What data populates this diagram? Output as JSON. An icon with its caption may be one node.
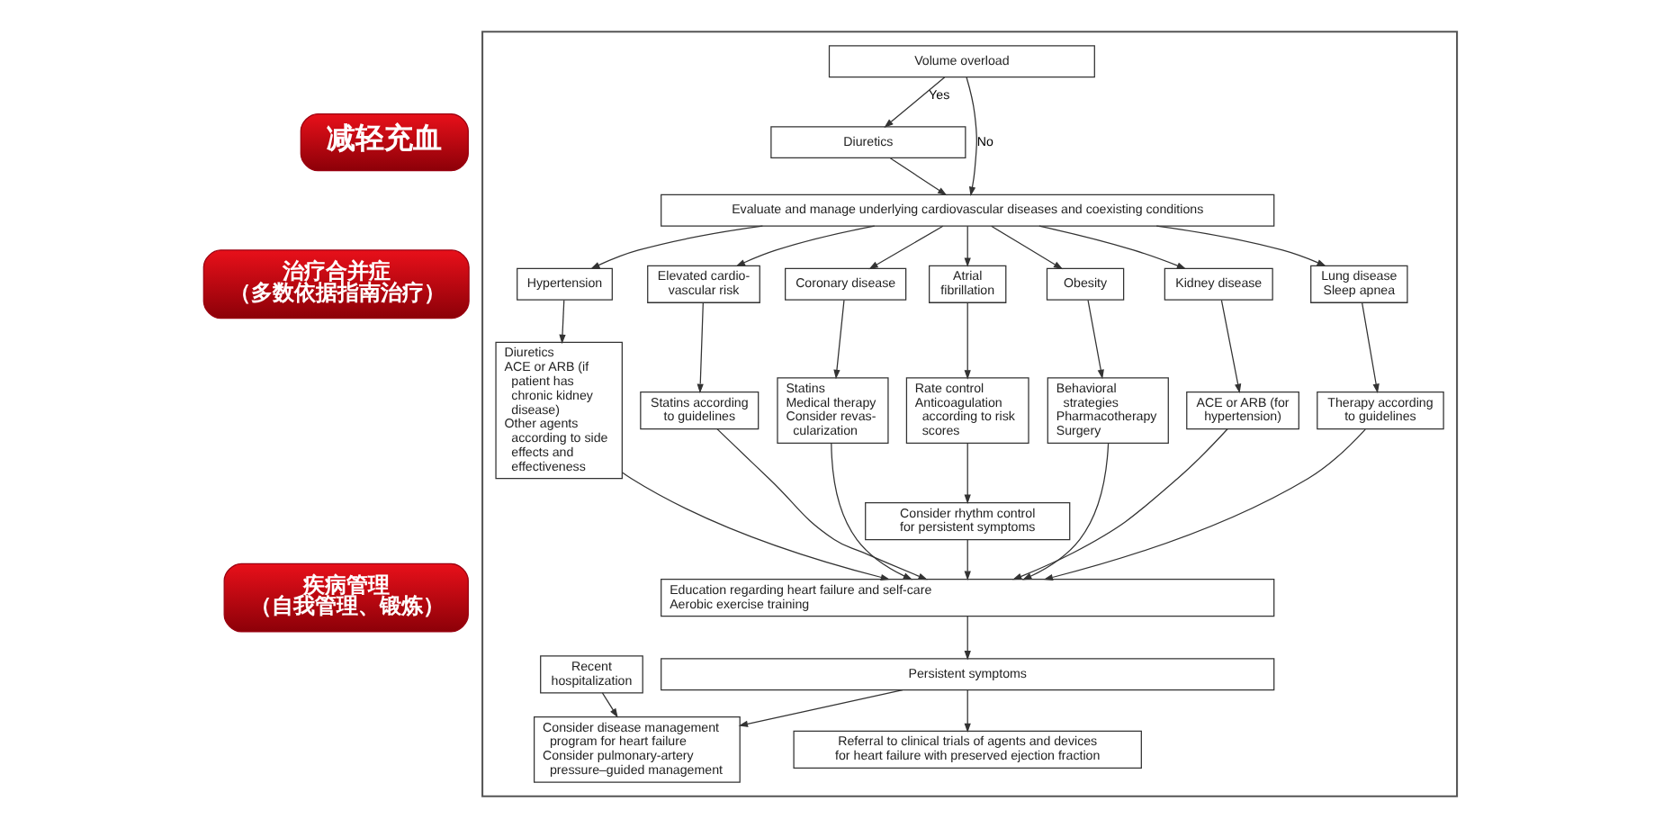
{
  "diagram": {
    "nodes": [
      {
        "text": [
          "减轻充血"
        ]
      },
      {
        "text": [
          "治疗合并症",
          "（多数依据指南治疗）"
        ]
      },
      {
        "text": [
          "疾病管理",
          "（自我管理、锻炼）"
        ]
      },
      {
        "text": [],
        "shape": "box"
      },
      {
        "text": [
          "Volume overload"
        ],
        "in": 3
      },
      {
        "text": [
          "Diuretics"
        ],
        "in": 3
      },
      {
        "text": [
          "Evaluate and manage underlying cardiovascular diseases and coexisting conditions"
        ],
        "in": 3
      },
      {
        "text": [
          "Hypertension"
        ],
        "in": 3
      },
      {
        "text": [
          "Elevated cardio- vascular risk"
        ],
        "in": 3
      },
      {
        "text": [
          "Coronary disease"
        ],
        "in": 3
      },
      {
        "text": [
          "Atrial fibrillation"
        ],
        "in": 3
      },
      {
        "text": [
          "Obesity"
        ],
        "in": 3
      },
      {
        "text": [
          "Kidney disease"
        ],
        "in": 3
      },
      {
        "text": [
          "Lung disease",
          "Sleep apnea"
        ],
        "in": 3
      },
      {
        "text": [
          "Diuretics",
          "ACE or ARB (if patient has chronic kidney disease)",
          "Other agents according to side effects and effectiveness"
        ],
        "in": 3
      },
      {
        "text": [
          "Statins according to guidelines"
        ],
        "in": 3
      },
      {
        "text": [
          "Statins",
          "Medical therapy",
          "Consider revas- cularization"
        ],
        "in": 3
      },
      {
        "text": [
          "Rate control",
          "Anticoagulation according to risk scores"
        ],
        "in": 3
      },
      {
        "text": [
          "Behavioral strategies",
          "Pharmacotherapy",
          "Surgery"
        ],
        "in": 3
      },
      {
        "text": [
          "ACE or ARB (for hypertension)"
        ],
        "in": 3
      },
      {
        "text": [
          "Therapy according to guidelines"
        ],
        "in": 3
      },
      {
        "text": [
          "Consider rhythm control for persistent symptoms"
        ],
        "in": 3
      },
      {
        "text": [
          "Education regarding heart failure and self-care",
          "Aerobic exercise training"
        ],
        "in": 3
      },
      {
        "text": [
          "Recent hospitalization"
        ],
        "in": 3
      },
      {
        "text": [
          "Persistent symptoms"
        ],
        "in": 3
      },
      {
        "text": [
          "Consider disease management program for heart failure",
          "Consider pulmonary-artery pressure–guided management"
        ],
        "in": 3
      },
      {
        "text": [
          "Referral to clinical trials of agents and devices for heart failure with preserved ejection fraction"
        ],
        "in": 3
      }
    ],
    "edges": [
      {
        "from": 4,
        "to": 5,
        "arrow": "to",
        "label": "Yes"
      },
      {
        "from": 4,
        "to": 6,
        "arrow": "to",
        "label": "No"
      },
      {
        "from": 5,
        "to": 6,
        "arrow": "to"
      },
      {
        "from": 6,
        "to": 7,
        "arrow": "to"
      },
      {
        "from": 6,
        "to": 8,
        "arrow": "to"
      },
      {
        "from": 6,
        "to": 9,
        "arrow": "to"
      },
      {
        "from": 6,
        "to": 10,
        "arrow": "to"
      },
      {
        "from": 6,
        "to": 11,
        "arrow": "to"
      },
      {
        "from": 6,
        "to": 12,
        "arrow": "to"
      },
      {
        "from": 6,
        "to": 13,
        "arrow": "to"
      },
      {
        "from": 7,
        "to": 14,
        "arrow": "to"
      },
      {
        "from": 8,
        "to": 15,
        "arrow": "to"
      },
      {
        "from": 9,
        "to": 16,
        "arrow": "to"
      },
      {
        "from": 10,
        "to": 17,
        "arrow": "to"
      },
      {
        "from": 11,
        "to": 18,
        "arrow": "to"
      },
      {
        "from": 12,
        "to": 19,
        "arrow": "to"
      },
      {
        "from": 13,
        "to": 20,
        "arrow": "to"
      },
      {
        "from": 17,
        "to": 21,
        "arrow": "to"
      },
      {
        "from": 14,
        "to": 22,
        "arrow": "to"
      },
      {
        "from": 15,
        "to": 22,
        "arrow": "to"
      },
      {
        "from": 16,
        "to": 22,
        "arrow": "to"
      },
      {
        "from": 21,
        "to": 22,
        "arrow": "to"
      },
      {
        "from": 18,
        "to": 22,
        "arrow": "to"
      },
      {
        "from": 19,
        "to": 22,
        "arrow": "to"
      },
      {
        "from": 20,
        "to": 22,
        "arrow": "to"
      },
      {
        "from": 22,
        "to": 24,
        "arrow": "to"
      },
      {
        "from": 23,
        "to": 25,
        "arrow": "to"
      },
      {
        "from": 24,
        "to": 25,
        "arrow": "to"
      },
      {
        "from": 24,
        "to": 26,
        "arrow": "to"
      }
    ]
  }
}
